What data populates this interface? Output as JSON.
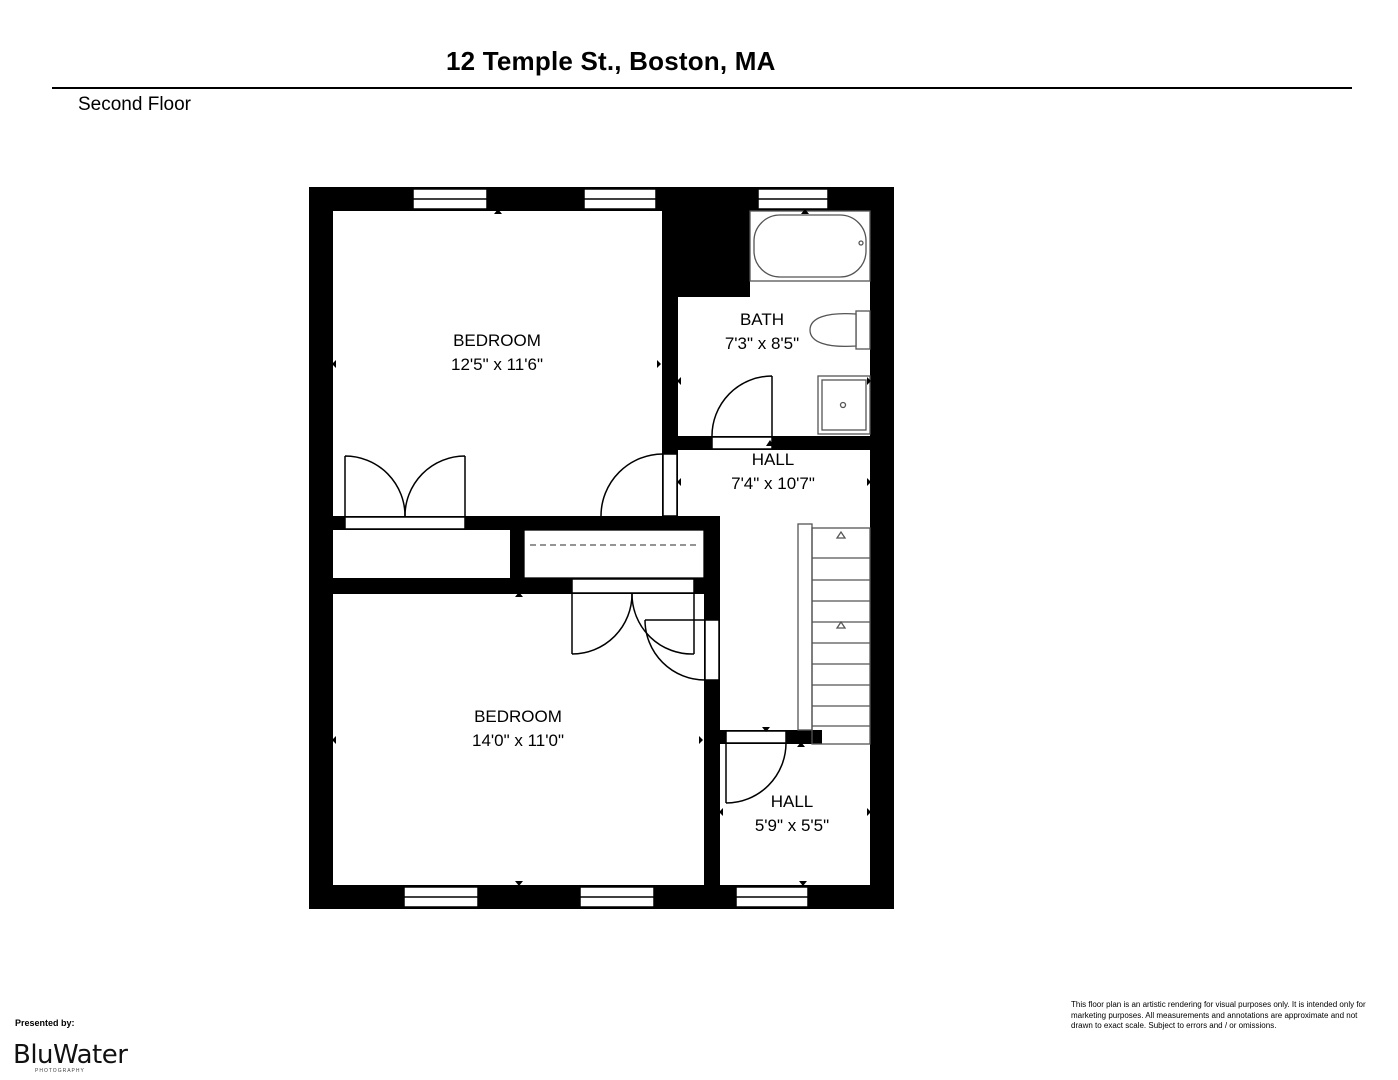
{
  "header": {
    "title": "12 Temple St., Boston, MA",
    "floor": "Second Floor"
  },
  "rooms": [
    {
      "id": "bedroom-1",
      "name": "BEDROOM",
      "dims": "12'5\" x 11'6\""
    },
    {
      "id": "bath",
      "name": "BATH",
      "dims": "7'3\" x 8'5\""
    },
    {
      "id": "hall-1",
      "name": "HALL",
      "dims": "7'4\" x 10'7\""
    },
    {
      "id": "bedroom-2",
      "name": "BEDROOM",
      "dims": "14'0\" x 11'0\""
    },
    {
      "id": "hall-2",
      "name": "HALL",
      "dims": "5'9\" x 5'5\""
    }
  ],
  "footer": {
    "presented_by": "Presented by:",
    "logo_text": "BluWater",
    "logo_sub": "PHOTOGRAPHY",
    "disclaimer": "This floor plan is an artistic rendering for visual purposes only. It is intended only for marketing purposes. All measurements and annotations are approximate and not drawn to exact scale. Subject to errors and / or omissions."
  },
  "colors": {
    "wall": "#000000",
    "background": "#ffffff",
    "fixture": "#555555"
  }
}
